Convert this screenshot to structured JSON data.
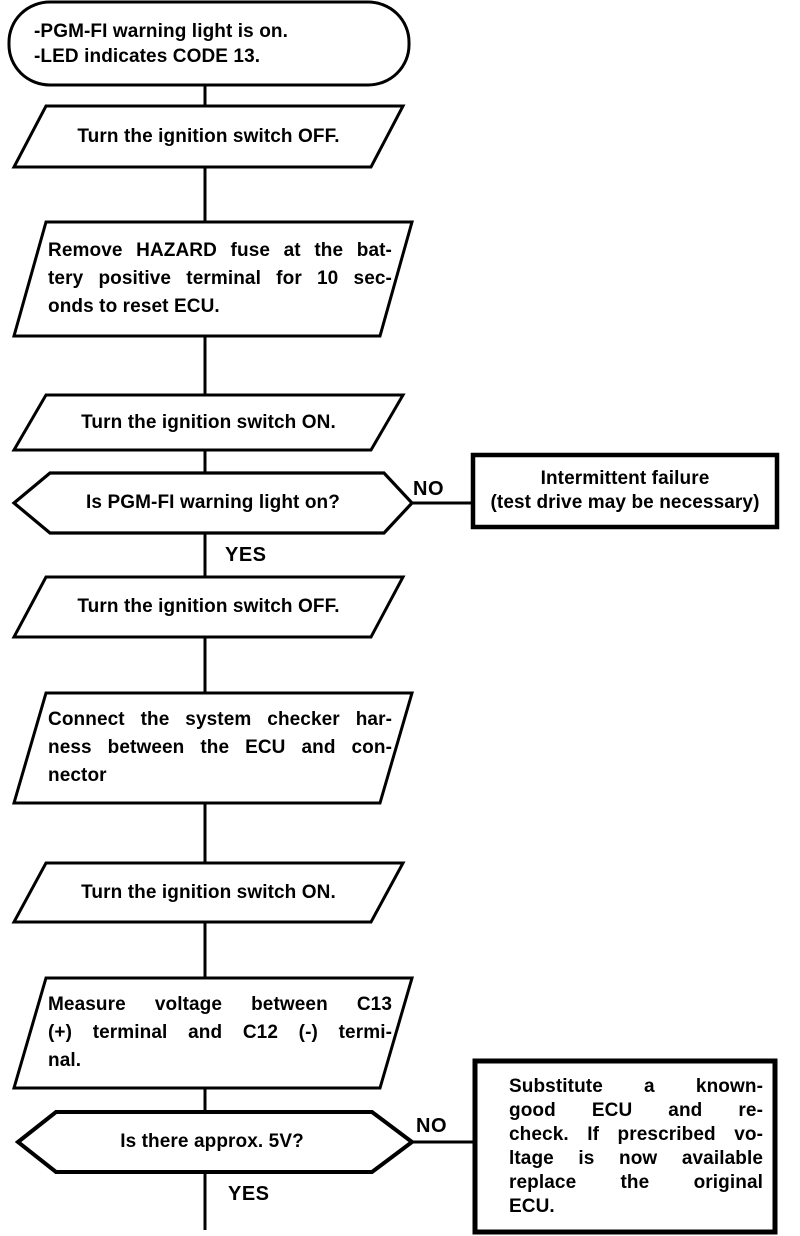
{
  "colors": {
    "ink": "#000000",
    "paper": "#ffffff"
  },
  "flow": {
    "start": {
      "line1": "-PGM-FI warning light is on.",
      "line2": "-LED indicates CODE 13."
    },
    "step_ignition_off_1": "Turn the ignition switch OFF.",
    "step_remove_fuse": {
      "line1": "Remove HAZARD fuse at the bat-",
      "line2": "tery positive terminal for 10 sec-",
      "line3": "onds to reset ECU."
    },
    "step_ignition_on_1": "Turn the ignition switch ON.",
    "decision_warning_light": {
      "question": "Is PGM-FI warning light on?",
      "no_label": "NO",
      "yes_label": "YES"
    },
    "result_intermittent": {
      "line1": "Intermittent failure",
      "line2": "(test drive may be necessary)"
    },
    "step_ignition_off_2": "Turn the ignition switch OFF.",
    "step_connect_checker": {
      "line1": "Connect the system checker har-",
      "line2": "ness between the ECU and con-",
      "line3": "nector"
    },
    "step_ignition_on_2": "Turn the ignition switch ON.",
    "step_measure_voltage": {
      "line1": "Measure voltage between C13",
      "line2": "(+) terminal and C12 (-) termi-",
      "line3": "nal."
    },
    "decision_5v": {
      "question": "Is there approx. 5V?",
      "no_label": "NO",
      "yes_label": "YES"
    },
    "result_substitute_ecu": {
      "line1": "Substitute a known-",
      "line2": "good ECU and re-",
      "line3": "check. If prescribed vo-",
      "line4": "ltage is now available",
      "line5": "replace the original",
      "line6": "ECU."
    }
  }
}
